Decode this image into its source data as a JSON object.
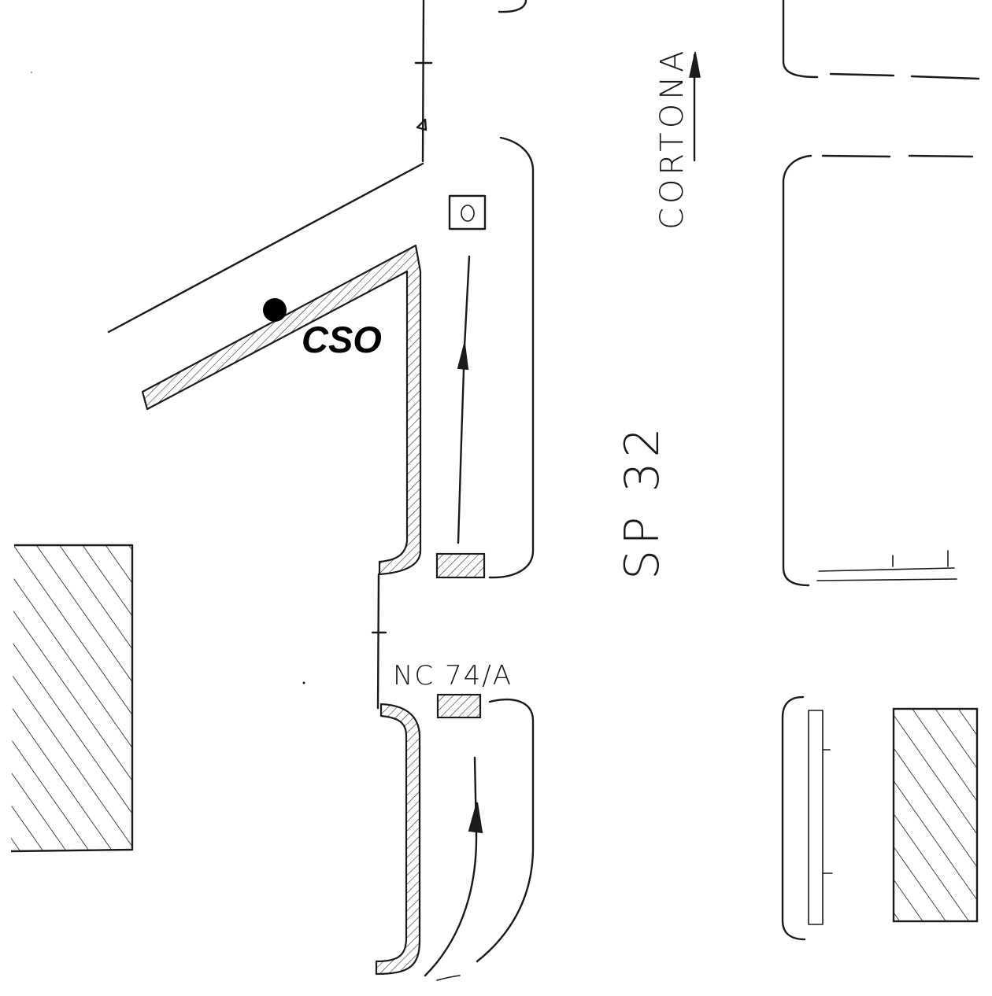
{
  "labels": {
    "cso": "CSO",
    "cortona": "CORTONA",
    "sp32": "SP 32",
    "nc": "NC 74/A"
  },
  "icons": {
    "manhole": "square-with-circle-icon",
    "marker": "filled-circle-icon",
    "direction": "arrow-icon"
  },
  "colors": {
    "ink": "#1a1a1a",
    "marker": "#000000",
    "paper": "#ffffff"
  }
}
